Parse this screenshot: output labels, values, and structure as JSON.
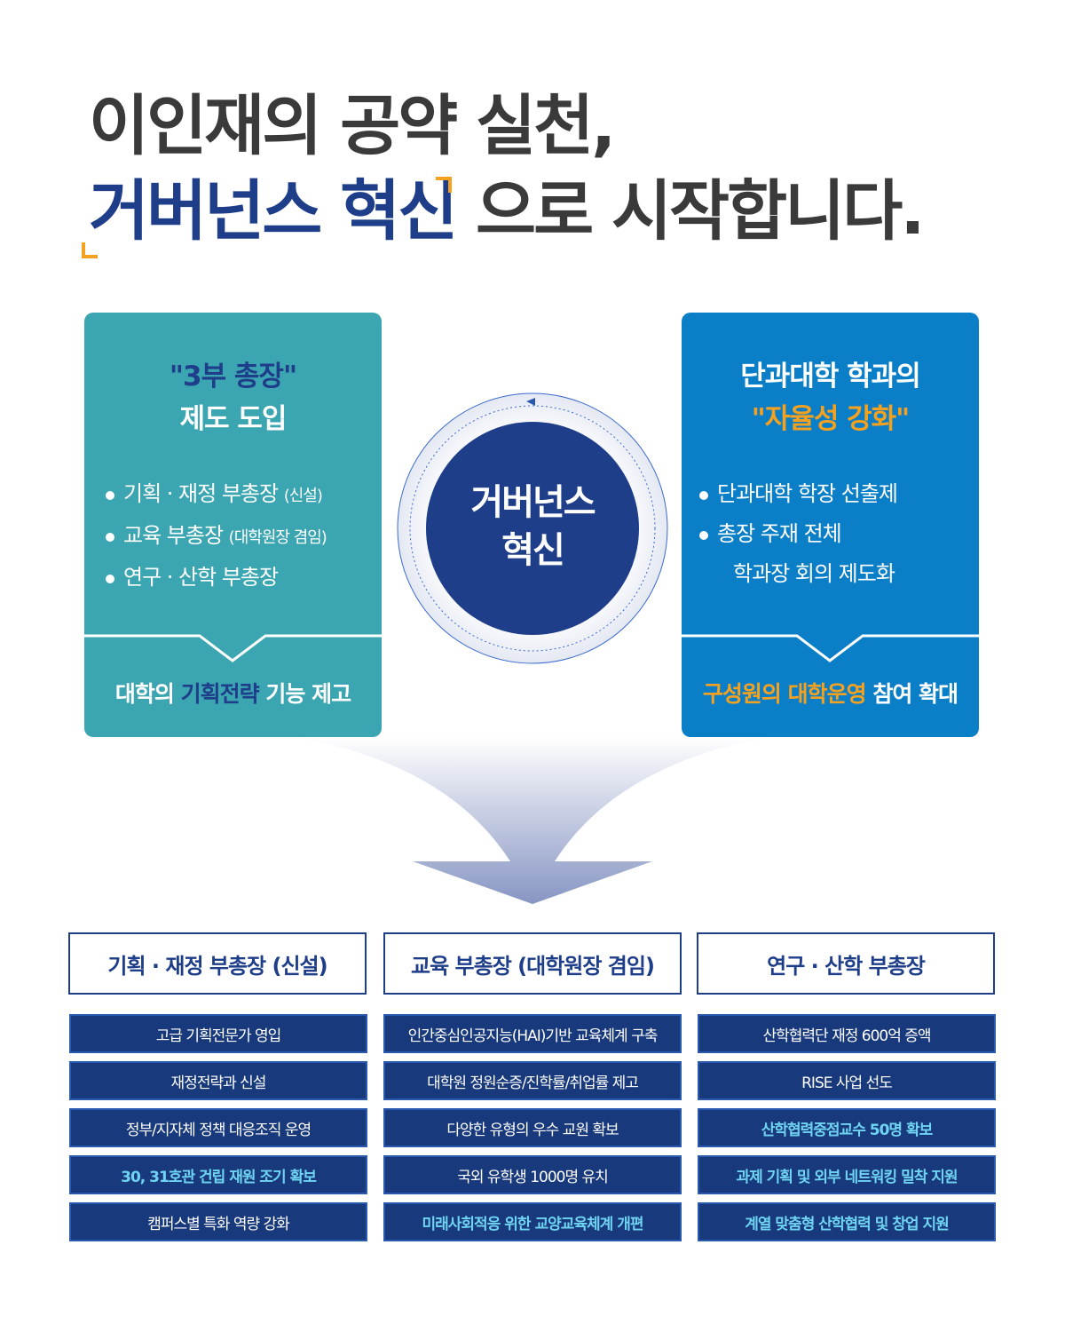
{
  "headline": {
    "line1": "이인재의 공약 실천,",
    "line2_accent": "거버넌스 혁신",
    "line2_rest": "으로 시작합니다."
  },
  "colors": {
    "navy": "#1f3e8a",
    "teal": "#3ba6b2",
    "blue": "#0a7fc8",
    "orange": "#f4a11f",
    "cyan": "#6fd4f2"
  },
  "left_card": {
    "title_quote": "\"3부 총장\"",
    "title_rest": "제도 도입",
    "items": [
      {
        "main": "기획 · 재정 부총장",
        "small": "(신설)"
      },
      {
        "main": "교육 부총장",
        "small": "(대학원장 겸임)"
      },
      {
        "main": "연구 · 산학 부총장",
        "small": ""
      }
    ],
    "footer_pre": "대학의 ",
    "footer_hi": "기획전략",
    "footer_post": " 기능 제고"
  },
  "center": {
    "line1": "거버넌스",
    "line2": "혁신"
  },
  "right_card": {
    "title_line1": "단과대학 학과의",
    "title_quote": "\"자율성 강화\"",
    "items": [
      "단과대학 학장 선출제",
      "총장 주재 전체"
    ],
    "item_cont": "학과장 회의 제도화",
    "footer_hi": "구성원의 대학운영",
    "footer_post": " 참여 확대"
  },
  "columns": [
    {
      "header": "기획 · 재정 부총장 (신설)",
      "items": [
        {
          "text": "고급 기획전문가 영입",
          "highlight": false
        },
        {
          "text": "재정전략과 신설",
          "highlight": false
        },
        {
          "text": "정부/지자체 정책 대응조직 운영",
          "highlight": false
        },
        {
          "text": "30, 31호관 건립 재원 조기 확보",
          "highlight": true
        },
        {
          "text": "캠퍼스별 특화 역량 강화",
          "highlight": false
        }
      ]
    },
    {
      "header": "교육 부총장 (대학원장 겸임)",
      "items": [
        {
          "text": "인간중심인공지능(HAI)기반 교육체계 구축",
          "highlight": false
        },
        {
          "text": "대학원 정원순증/진학률/취업률 제고",
          "highlight": false
        },
        {
          "text": "다양한 유형의 우수 교원 확보",
          "highlight": false
        },
        {
          "text": "국외 유학생 1000명 유치",
          "highlight": false
        },
        {
          "text": "미래사회적응 위한 교양교육체계 개편",
          "highlight": true
        }
      ]
    },
    {
      "header": "연구 · 산학 부총장",
      "items": [
        {
          "text": "산학협력단 재정 600억 증액",
          "highlight": false
        },
        {
          "text": "RISE 사업 선도",
          "highlight": false
        },
        {
          "text": "산학협력중점교수 50명 확보",
          "highlight": true
        },
        {
          "text": "과제 기획 및 외부 네트워킹 밀착 지원",
          "highlight": true
        },
        {
          "text": "계열 맞춤형 산학협력 및 창업 지원",
          "highlight": true
        }
      ]
    }
  ]
}
